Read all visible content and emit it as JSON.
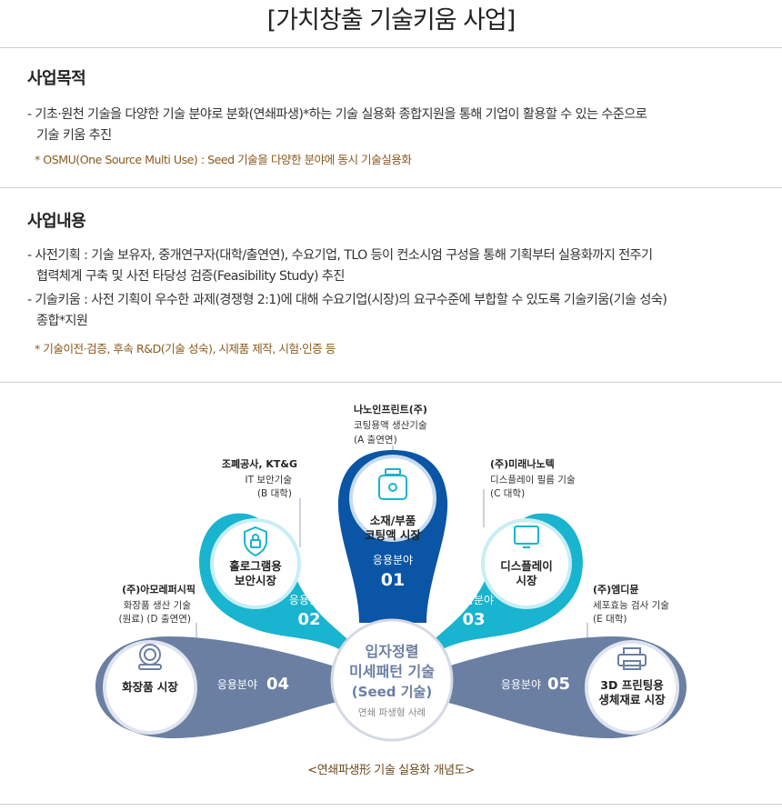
{
  "page_title": "[가치창출 기술키움 사업]",
  "purpose": {
    "title": "사업목적",
    "bullet_line1": "- 기초·원천 기술을 다양한 기술 분야로 분화(연쇄파생)*하는 기술 실용화 종합지원을 통해 기업이 활용할 수 있는 수준으로",
    "bullet_line2": "기술 키움 추진",
    "note": "* OSMU(One Source Multi Use) : Seed 기술을 다양한 분야에 동시 기술실용화"
  },
  "content": {
    "title": "사업내용",
    "b1_line1": "- 사전기획 : 기술 보유자, 중개연구자(대학/출연연), 수요기업, TLO 등이 컨소시엄 구성을 통해 기획부터 실용화까지 전주기",
    "b1_line2": "협력체계 구축 및 사전 타당성 검증(Feasibility Study) 추진",
    "b2_line1": "- 기술키움 : 사전 기획이 우수한 과제(경쟁형 2:1)에 대해 수요기업(시장)의 요구수준에 부합할 수 있도록 기술키움(기술 성숙)",
    "b2_line2": "종합*지원",
    "note": "* 기술이전·검증, 후속 R&D(기술 성숙), 시제품 제작, 시험·인증 등"
  },
  "diagram": {
    "center": {
      "title_line1": "입자정렬",
      "title_line2": "미세패턴 기술",
      "title_line3": "(Seed 기술)",
      "subtitle": "연쇄 파생형 사례"
    },
    "fields": [
      {
        "label": "응용분야",
        "number": "01",
        "market_line1": "소재/부품",
        "market_line2": "코팅액 시장",
        "company": "나노인프린트(주)",
        "tech": "코팅용액 생산기술",
        "org": "(A 출연연)",
        "icon": "bottle-icon",
        "color": "#0a55a6"
      },
      {
        "label": "응용분야",
        "number": "02",
        "market_line1": "홀로그램용",
        "market_line2": "보안시장",
        "company": "조폐공사, KT&G",
        "tech": "IT 보안기술",
        "org": "(B 대학)",
        "icon": "shield-icon",
        "color": "#19b4cf"
      },
      {
        "label": "응용분야",
        "number": "03",
        "market_line1": "디스플레이",
        "market_line2": "시장",
        "company": "(주)미래나노텍",
        "tech": "디스플레이 필름 기술",
        "org": "(C 대학)",
        "icon": "display-icon",
        "color": "#19b4cf"
      },
      {
        "label": "응용분야",
        "number": "04",
        "market_line1": "화장품 시장",
        "market_line2": "",
        "company": "(주)아모레퍼시픽",
        "tech": "화장품 생산 기술",
        "org": "(원료) (D 출연연)",
        "icon": "compact-icon",
        "color": "#6b7fa3"
      },
      {
        "label": "응용분야",
        "number": "05",
        "market_line1": "3D 프린팅용",
        "market_line2": "생체재료 시장",
        "company": "(주)엠디뮨",
        "tech": "세포효능 검사 기술",
        "org": "(E 대학)",
        "icon": "printer-icon",
        "color": "#6b7fa3"
      }
    ],
    "caption": "<연쇄파생形 기술 실용화 개념도>"
  }
}
